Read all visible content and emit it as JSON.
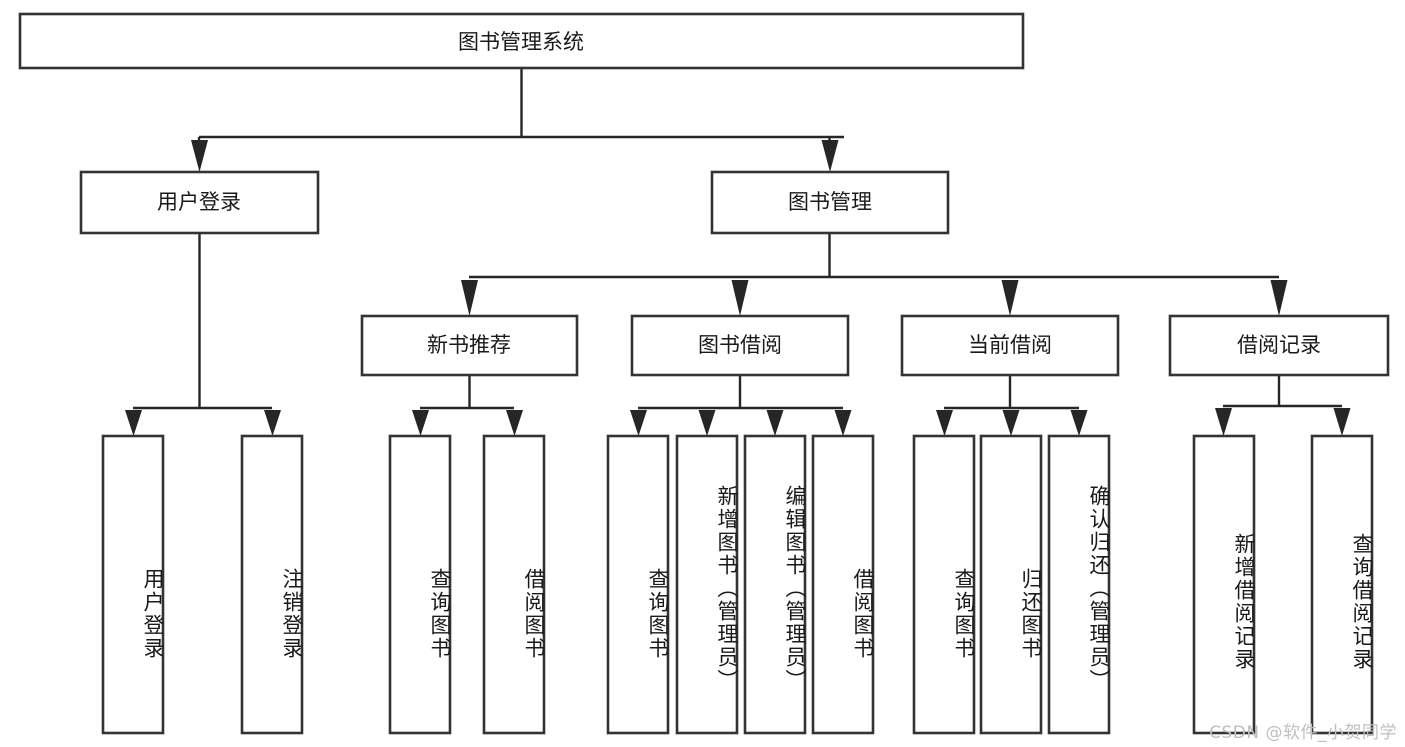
{
  "diagram": {
    "title": "图书管理系统",
    "type": "tree-hierarchy-diagram",
    "colors": {
      "box_fill": "#ffffff",
      "box_stroke": "#333333",
      "connector": "#262626",
      "text": "#1a1a1a",
      "background": "#ffffff",
      "watermark": "#bfbfbf"
    },
    "root": {
      "label": "图书管理系统"
    },
    "level1": [
      {
        "id": "user-login",
        "label": "用户登录"
      },
      {
        "id": "book-management",
        "label": "图书管理"
      }
    ],
    "level2": [
      {
        "id": "new-book-recommend",
        "label": "新书推荐",
        "parent": "book-management"
      },
      {
        "id": "book-borrow",
        "label": "图书借阅",
        "parent": "book-management"
      },
      {
        "id": "current-borrow",
        "label": "当前借阅",
        "parent": "book-management"
      },
      {
        "id": "borrow-record",
        "label": "借阅记录",
        "parent": "book-management"
      }
    ],
    "leaves": {
      "user-login": [
        {
          "id": "leaf-user-login",
          "label": "用户登录"
        },
        {
          "id": "leaf-user-logout",
          "label": "注销登录"
        }
      ],
      "new-book-recommend": [
        {
          "id": "leaf-query-book-1",
          "label": "查询图书"
        },
        {
          "id": "leaf-borrow-book-1",
          "label": "借阅图书"
        }
      ],
      "book-borrow": [
        {
          "id": "leaf-query-book-2",
          "label": "查询图书"
        },
        {
          "id": "leaf-add-book-admin",
          "label": "新增图书（管理员）"
        },
        {
          "id": "leaf-edit-book-admin",
          "label": "编辑图书（管理员）"
        },
        {
          "id": "leaf-borrow-book-2",
          "label": "借阅图书"
        }
      ],
      "current-borrow": [
        {
          "id": "leaf-query-book-3",
          "label": "查询图书"
        },
        {
          "id": "leaf-return-book",
          "label": "归还图书"
        },
        {
          "id": "leaf-confirm-return-admin",
          "label": "确认归还（管理员）"
        }
      ],
      "borrow-record": [
        {
          "id": "leaf-add-borrow-record",
          "label": "新增借阅记录"
        },
        {
          "id": "leaf-query-borrow-record",
          "label": "查询借阅记录"
        }
      ]
    },
    "watermark": "CSDN @软件_小贺同学"
  }
}
